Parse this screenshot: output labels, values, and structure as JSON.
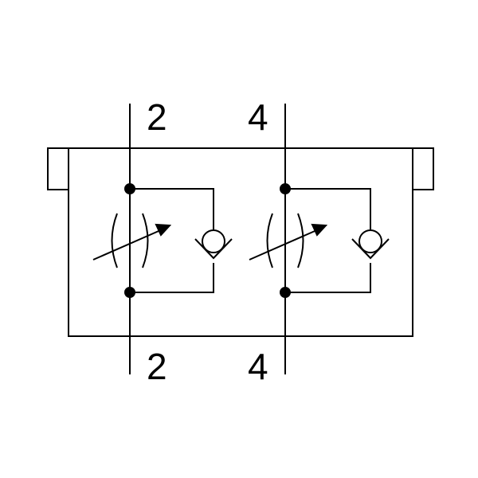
{
  "ports": {
    "top_left": "2",
    "top_right": "4",
    "bottom_left": "2",
    "bottom_right": "4"
  },
  "colors": {
    "line": "#000000",
    "background": "#ffffff"
  },
  "symbols": [
    "throttle-check-valve",
    "throttle-check-valve"
  ]
}
